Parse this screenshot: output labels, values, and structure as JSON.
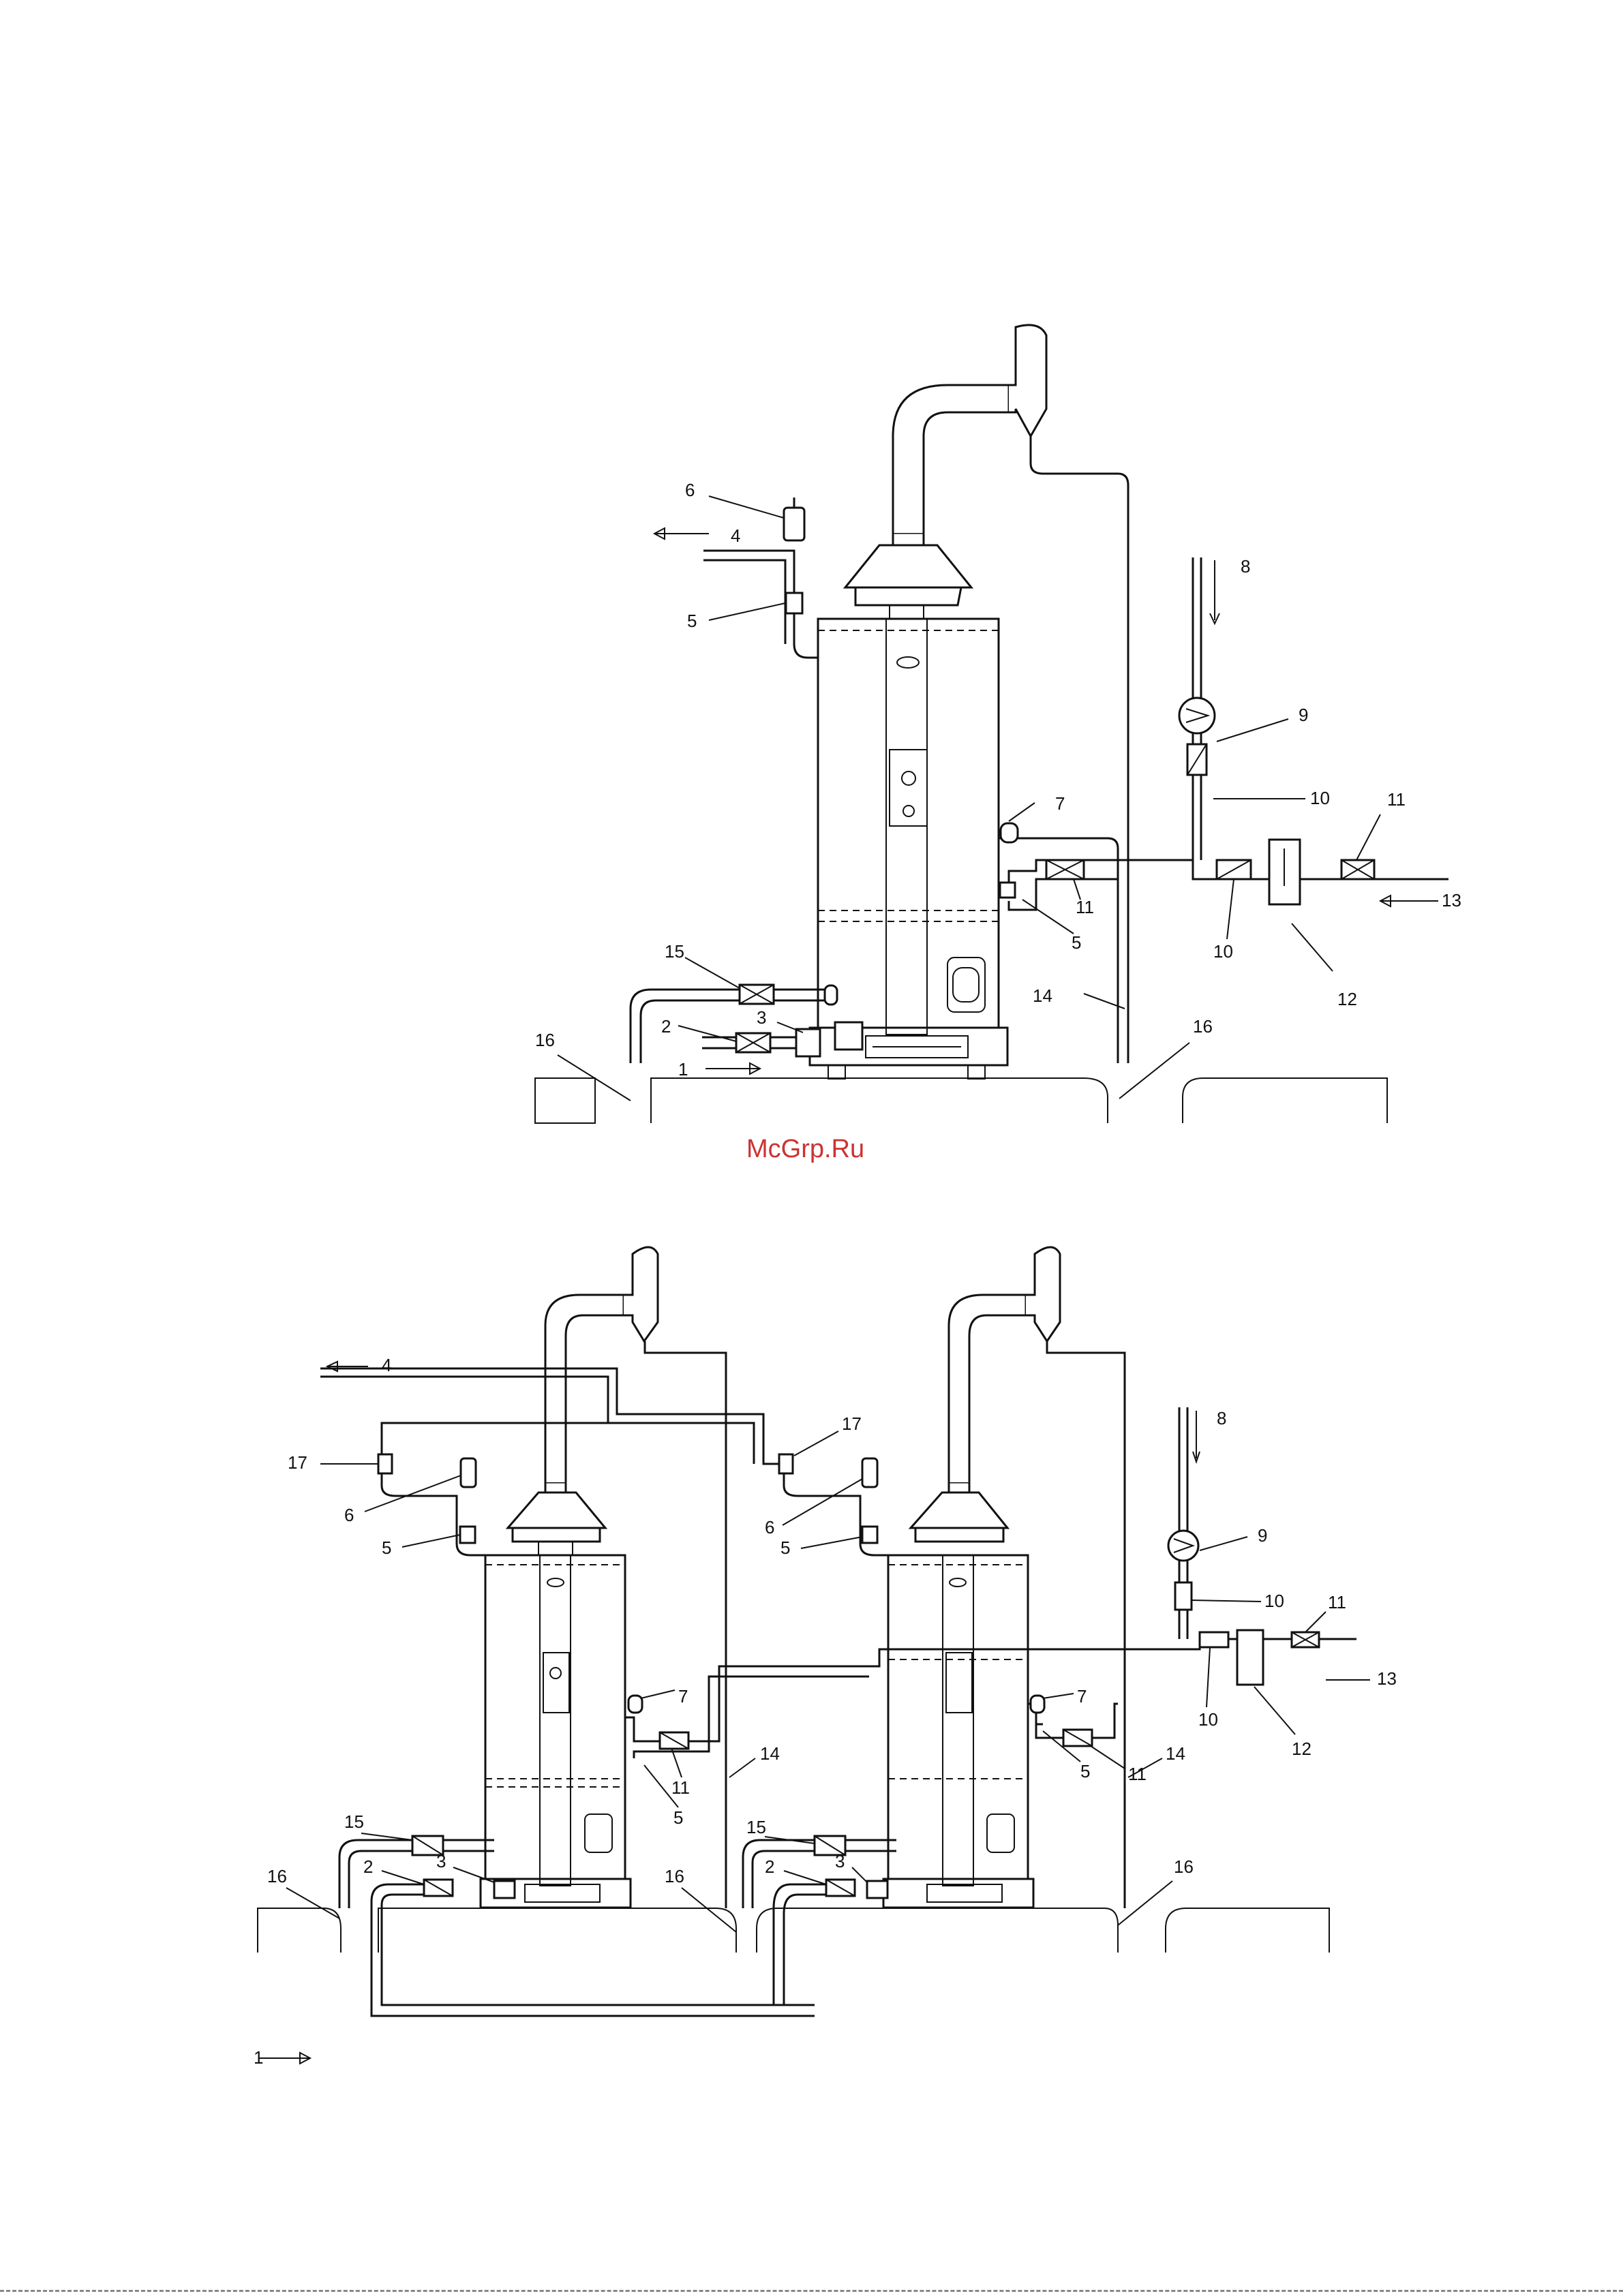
{
  "watermark": "McGrp.Ru",
  "labels": [
    "1",
    "2",
    "3",
    "4",
    "5",
    "6",
    "7",
    "8",
    "9",
    "10",
    "11",
    "12",
    "13",
    "14",
    "15",
    "16",
    "17"
  ],
  "colors": {
    "line": "#111111",
    "watermark": "#cc3333",
    "background": "#ffffff"
  }
}
